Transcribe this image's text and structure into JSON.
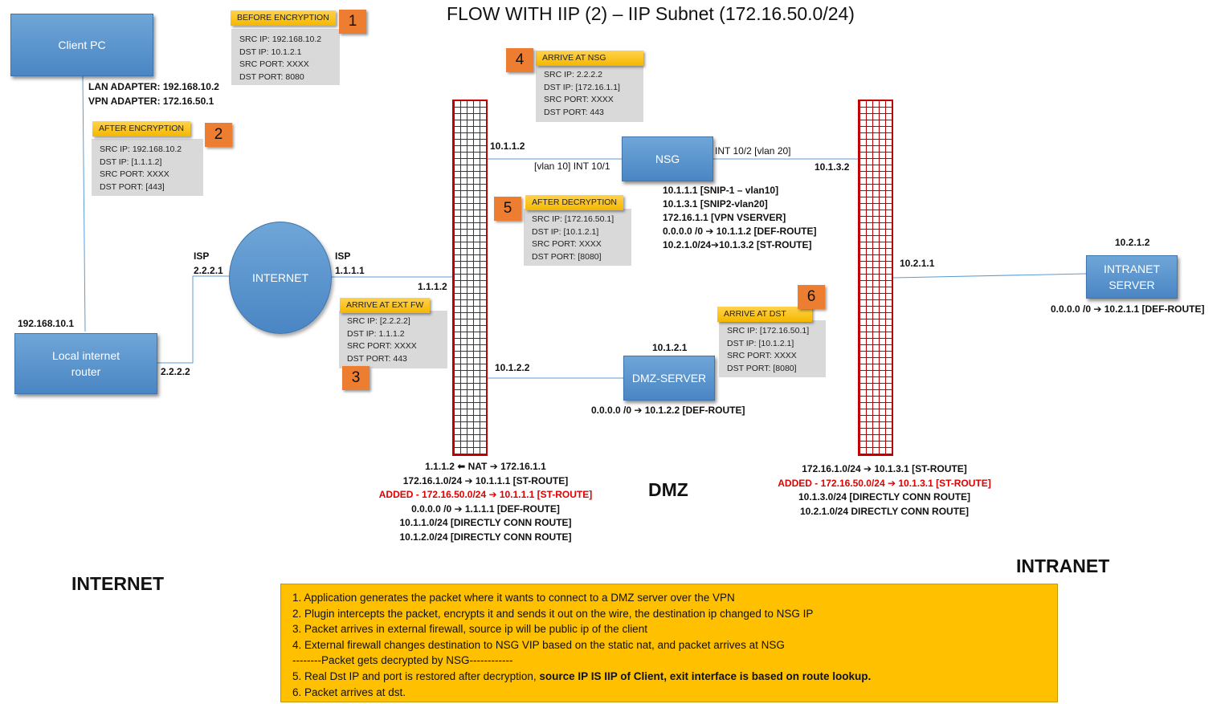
{
  "title": "FLOW WITH IIP (2) – IIP Subnet (172.16.50.0/24)",
  "nodes": {
    "client_pc": "Client PC",
    "internet": "INTERNET",
    "local_router_line1": "Local internet",
    "local_router_line2": "router",
    "nsg": "NSG",
    "dmz_server": "DMZ-SERVER",
    "intranet_server_line1": "INTRANET",
    "intranet_server_line2": "SERVER"
  },
  "packets": [
    {
      "step": "1",
      "header": "BEFORE ENCRYPTION",
      "rows": [
        "SRC IP: 192.168.10.2",
        "DST IP: 10.1.2.1",
        "SRC PORT: XXXX",
        "DST PORT: 8080"
      ]
    },
    {
      "step": "2",
      "header": "AFTER ENCRYPTION",
      "rows": [
        "SRC IP: 192.168.10.2",
        "DST IP: [1.1.1.2]",
        "SRC PORT: XXXX",
        "DST PORT: [443]"
      ]
    },
    {
      "step": "3",
      "header": "ARRIVE AT EXT FW",
      "rows": [
        "SRC IP: [2.2.2.2]",
        "DST IP: 1.1.1.2",
        "SRC PORT: XXXX",
        "DST PORT: 443"
      ]
    },
    {
      "step": "4",
      "header": "ARRIVE AT NSG",
      "rows": [
        "SRC IP: 2.2.2.2",
        "DST IP: [172.16.1.1]",
        "SRC PORT: XXXX",
        "DST PORT: 443"
      ]
    },
    {
      "step": "5",
      "header": "AFTER DECRYPTION",
      "rows": [
        "SRC IP: [172.16.50.1]",
        "DST IP: [10.1.2.1]",
        "SRC PORT: XXXX",
        "DST PORT: [8080]"
      ]
    },
    {
      "step": "6",
      "header": "ARRIVE AT DST",
      "rows": [
        "SRC IP: [172.16.50.1]",
        "DST IP: [10.1.2.1]",
        "SRC PORT: XXXX",
        "DST PORT: [8080]"
      ]
    }
  ],
  "labels": {
    "lan_adapter": "LAN ADAPTER: 192.168.10.2",
    "vpn_adapter": "VPN ADAPTER: 172.16.50.1",
    "router_lan_ip": "192.168.10.1",
    "router_wan_ip": "2.2.2.2",
    "isp_left": "ISP",
    "isp_left_ip": "2.2.2.1",
    "isp_right": "ISP",
    "isp_right_ip": "1.1.1.1",
    "fw1_outside_ip": "1.1.1.2",
    "fw1_nsg_ip": "10.1.1.2",
    "nsg_int_left": "[vlan 10] INT 10/1",
    "nsg_int_right": "INT 10/2 [vlan 20]",
    "fw2_nsg_ip": "10.1.3.2",
    "fw1_dmz_ip": "10.1.2.2",
    "dmz_server_ip": "10.1.2.1",
    "dmz_server_route": "0.0.0.0 /0 ➔ 10.1.2.2 [DEF-ROUTE]",
    "fw2_intranet_ip": "10.2.1.1",
    "intranet_server_ip": "10.2.1.2",
    "intranet_server_route": "0.0.0.0 /0 ➔ 10.2.1.1 [DEF-ROUTE]"
  },
  "nsg_config": [
    "10.1.1.1 [SNIP-1 – vlan10]",
    "10.1.3.1 [SNIP2-vlan20]",
    "172.16.1.1 [VPN VSERVER]",
    "0.0.0.0 /0 ➔ 10.1.1.2 [DEF-ROUTE]",
    "10.2.1.0/24➔10.1.3.2 [ST-ROUTE]"
  ],
  "fw1_routes": [
    {
      "text": "1.1.1.2  ⬅ NAT ➔  172.16.1.1",
      "highlight": false
    },
    {
      "text": "172.16.1.0/24 ➔ 10.1.1.1  [ST-ROUTE]",
      "highlight": false
    },
    {
      "text": "ADDED - 172.16.50.0/24 ➔ 10.1.1.1  [ST-ROUTE]",
      "highlight": true
    },
    {
      "text": "0.0.0.0 /0 ➔ 1.1.1.1 [DEF-ROUTE]",
      "highlight": false
    },
    {
      "text": "10.1.1.0/24 [DIRECTLY CONN ROUTE]",
      "highlight": false
    },
    {
      "text": "10.1.2.0/24 [DIRECTLY CONN ROUTE]",
      "highlight": false
    }
  ],
  "fw2_routes": [
    {
      "text": "172.16.1.0/24 ➔ 10.1.3.1 [ST-ROUTE]",
      "highlight": false
    },
    {
      "text": "ADDED - 172.16.50.0/24 ➔ 10.1.3.1  [ST-ROUTE]",
      "highlight": true
    },
    {
      "text": "10.1.3.0/24 [DIRECTLY CONN ROUTE]",
      "highlight": false
    },
    {
      "text": "10.2.1.0/24 DIRECTLY CONN ROUTE]",
      "highlight": false
    }
  ],
  "zones": {
    "internet": "INTERNET",
    "dmz": "DMZ",
    "intranet": "INTRANET"
  },
  "notes": {
    "line1": "1. Application generates the packet where it wants to connect to a DMZ server over the VPN",
    "line2": "2. Plugin intercepts the packet, encrypts it and sends it out  on the wire, the destination ip changed to NSG IP",
    "line3": "3. Packet arrives in external firewall, source ip will be public ip of the client",
    "line4": "4. External firewall changes destination to NSG VIP based on the static nat, and packet arrives at NSG",
    "line5": "--------Packet gets decrypted by NSG------------",
    "line6_prefix": "5. Real Dst  IP and port is restored after decryption, ",
    "line6_bold": "source IP IS IIP of Client, exit interface is based on route lookup.",
    "line7": "6. Packet arrives at dst."
  },
  "colors": {
    "node_blue": "#5b9bd5",
    "firewall_red": "#c00000",
    "header_yellow": "#ffc000",
    "badge_orange": "#ed7d31",
    "packet_gray": "#d9d9d9",
    "highlight_red": "#e00000",
    "line_blue": "#5b9bd5"
  }
}
